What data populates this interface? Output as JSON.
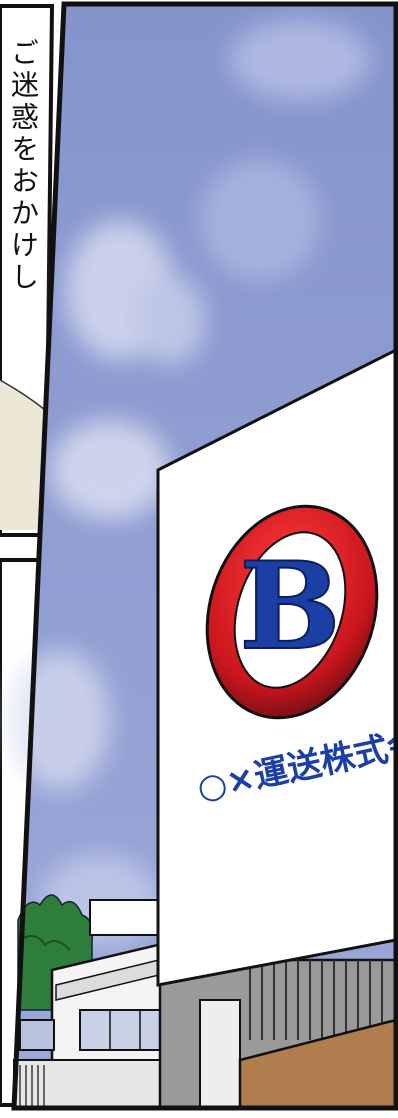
{
  "panel_left": {
    "dialogue": "ご迷惑をおかけし"
  },
  "billboard": {
    "logo_letter": "B",
    "company_name": "○×運送株式会",
    "text_color": "#1c3fa6",
    "logo_outer_color": "#d4262a",
    "logo_inner_color": "#ffffff"
  },
  "colors": {
    "sky": "#8f9bd2",
    "frame": "#111111"
  }
}
